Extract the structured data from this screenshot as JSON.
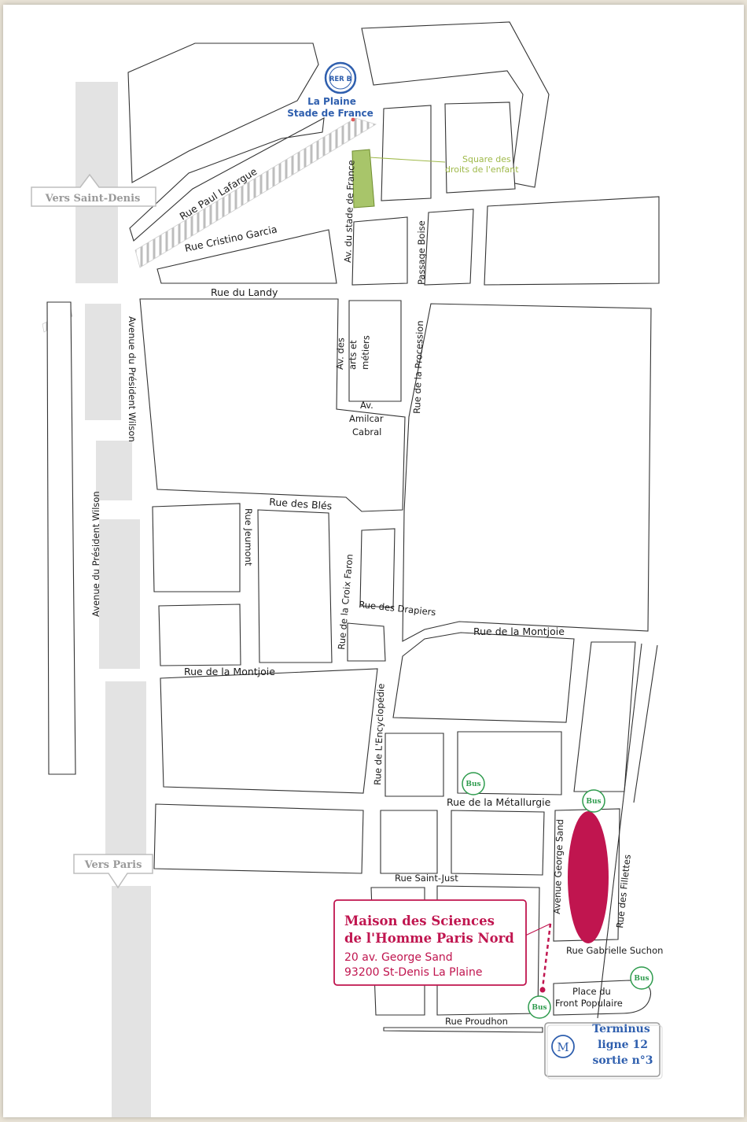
{
  "colors": {
    "accent_magenta": "#c0154f",
    "metro_blue": "#2f5fae",
    "bus_green": "#2e9b4d",
    "square_green": "#9fb94a"
  },
  "rer": {
    "badge": "RER B",
    "station_line1": "La Plaine",
    "station_line2": "Stade de France"
  },
  "square": {
    "line1": "Square des",
    "line2": "droits de l'enfant"
  },
  "directions": {
    "north": "Vers Saint-Denis",
    "south": "Vers Paris"
  },
  "streets": {
    "paul_lafargue": "Rue Paul Lafargue",
    "cristino_garcia": "Rue Cristino Garcia",
    "stade_de_france": "Av. du stade de France",
    "passage_boise": "Passage Boise",
    "landy": "Rue du Landy",
    "arts_metiers_1": "Av. des",
    "arts_metiers_2": "arts et",
    "arts_metiers_3": "métiers",
    "procession": "Rue de la Procession",
    "amilcar_1": "Av.",
    "amilcar_2": "Amilcar",
    "amilcar_3": "Cabral",
    "wilson_inner": "Avenue du Président Wilson",
    "wilson_outer": "Avenue du Président Wilson",
    "bles": "Rue des Blés",
    "jeumont": "Rue Jeumont",
    "croix_faron": "Rue de la Croix Faron",
    "drapiers": "Rue des Drapiers",
    "montjoie_east": "Rue de la Montjoie",
    "montjoie_west": "Rue de la Montjoie",
    "encyclopedie": "Rue de L'Encyclopédie",
    "metallurgie": "Rue de la Métallurgie",
    "george_sand": "Avenue George Sand",
    "fillettes": "Rue des Fillettes",
    "saint_just": "Rue Saint-Just",
    "gabrielle_suchon": "Rue Gabrielle Suchon",
    "place_1": "Place du",
    "place_2": "Front Populaire",
    "proudhon": "Rue Proudhon"
  },
  "bus_label": "Bus",
  "destination": {
    "line1": "Maison des Sciences",
    "line2": "de l'Homme Paris Nord",
    "line3": "20 av. George Sand",
    "line4": "93200 St-Denis La Plaine"
  },
  "metro": {
    "icon_letter": "M",
    "line1": "Terminus",
    "line2": "ligne 12",
    "line3": "sortie n°3"
  }
}
